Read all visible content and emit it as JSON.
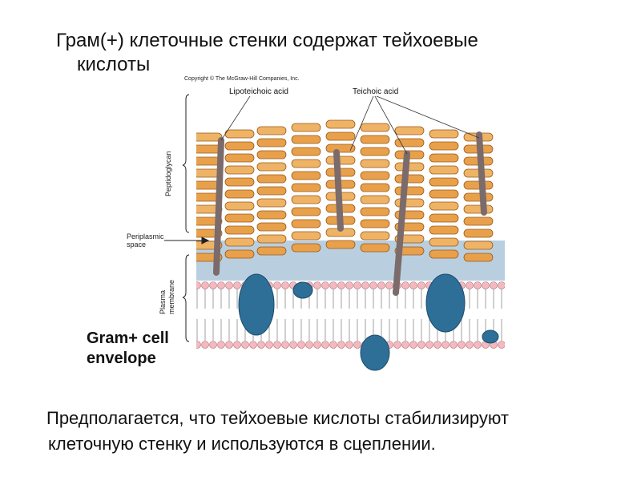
{
  "title": {
    "line1": "Грам(+) клеточные стенки содержат тейхоевые",
    "line2": "кислоты"
  },
  "figure": {
    "copyright": "Copyright © The McGraw-Hill Companies, Inc.",
    "label_lipoteichoic": "Lipoteichoic acid",
    "label_teichoic": "Teichoic acid",
    "label_peptidoglycan": "Peptidoglycan",
    "label_periplasmic_1": "Periplasmic",
    "label_periplasmic_2": "space",
    "label_plasma_1": "Plasma",
    "label_plasma_2": "membrane",
    "caption_1": "Gram+ cell",
    "caption_2": "envelope",
    "colors": {
      "peptidoglycan_fill": "#e8a04a",
      "peptidoglycan_stroke": "#9a5a1a",
      "periplasm": "#b9cfe0",
      "lipid_head": "#f2b9bf",
      "protein": "#2e6f97",
      "teichoic_rod": "#7c6b6b"
    }
  },
  "body_text": {
    "line1": "Предполагается, что тейхоевые кислоты стабилизируют",
    "line2": "клеточную стенку и используются в сцеплении."
  }
}
